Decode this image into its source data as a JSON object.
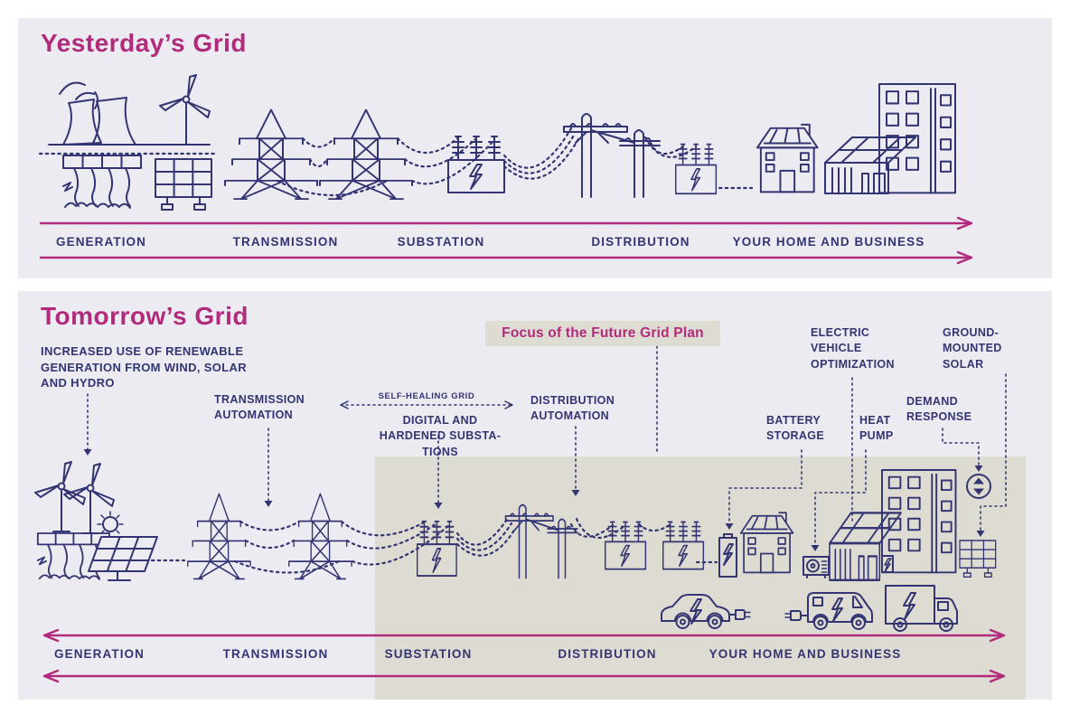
{
  "colors": {
    "page_bg": "#ffffff",
    "panel_bg": "#ecebf1",
    "focus_bg": "#dedcd2",
    "navy": "#333573",
    "magenta": "#b12a7c"
  },
  "yesterday": {
    "title": "Yesterday’s Grid",
    "stages": [
      "GENERATION",
      "TRANSMISSION",
      "SUBSTATION",
      "DISTRIBUTION",
      "YOUR HOME AND BUSINESS"
    ]
  },
  "tomorrow": {
    "title": "Tomorrow’s Grid",
    "focus_label": "Focus of the Future Grid Plan",
    "stages": [
      "GENERATION",
      "TRANSMISSION",
      "SUBSTATION",
      "DISTRIBUTION",
      "YOUR HOME AND BUSINESS"
    ],
    "annotations": {
      "renewables": [
        "INCREASED USE OF RENEWABLE",
        "GENERATION FROM WIND, SOLAR",
        "AND HYDRO"
      ],
      "transmission_automation": [
        "TRANSMISSION",
        "AUTOMATION"
      ],
      "self_healing_grid": "SELF-HEALING GRID",
      "digital_substations": [
        "DIGITAL AND",
        "HARDENED SUBSTA-",
        "TIONS"
      ],
      "distribution_automation": [
        "DISTRIBUTION",
        "AUTOMATION"
      ],
      "electric_vehicle_optimization": [
        "ELECTRIC",
        "VEHICLE",
        "OPTIMIZATION"
      ],
      "ground_mounted_solar": [
        "GROUND-",
        "MOUNTED",
        "SOLAR"
      ],
      "battery_storage": [
        "BATTERY",
        "STORAGE"
      ],
      "heat_pump": [
        "HEAT",
        "PUMP"
      ],
      "demand_response": [
        "DEMAND",
        "RESPONSE"
      ]
    }
  }
}
